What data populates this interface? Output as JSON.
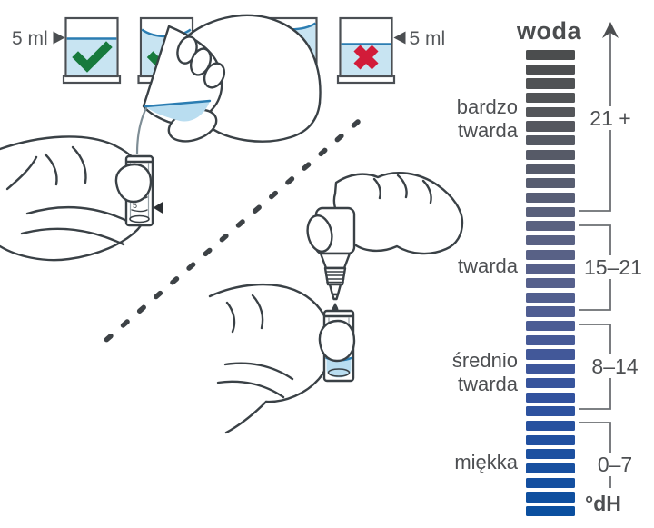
{
  "fill_guide": {
    "volume_labels": [
      "5 ml",
      "5 ml",
      "5 ml"
    ],
    "beakers": [
      {
        "status": "correct-level-at-line",
        "mark": "check"
      },
      {
        "status": "correct-meniscus-at-line",
        "mark": "check"
      },
      {
        "status": "overfilled",
        "mark": "cross"
      },
      {
        "status": "underfilled",
        "mark": "cross"
      }
    ],
    "colors": {
      "water": "#c8e4f2",
      "water_line": "#2b7db2",
      "check": "#177a3d",
      "cross": "#d21b39",
      "arrow": "#4b4e51"
    }
  },
  "illustration": {
    "vial_graduation_label": "5"
  },
  "scale": {
    "title": "woda",
    "unit_label": "°dH",
    "bar_count": 33,
    "categories": [
      {
        "label_lines": [
          "bardzo",
          "twarda"
        ],
        "range": "21 +",
        "bars": 12
      },
      {
        "label_lines": [
          "twarda",
          ""
        ],
        "range": "15–21",
        "bars": 7
      },
      {
        "label_lines": [
          "średnio",
          "twarda"
        ],
        "range": "8–14",
        "bars": 7
      },
      {
        "label_lines": [
          "miękka",
          ""
        ],
        "range": "0–7",
        "bars": 7
      }
    ],
    "bar_colors": [
      "#4b4d4e",
      "#4d4f51",
      "#505254",
      "#525457",
      "#54565a",
      "#55575e",
      "#555963",
      "#565a67",
      "#565b6b",
      "#575d70",
      "#585e76",
      "#59607b",
      "#5a6180",
      "#596183",
      "#586186",
      "#57608a",
      "#56608c",
      "#525f8f",
      "#4f5d92",
      "#4b5c94",
      "#475a97",
      "#425899",
      "#3d569b",
      "#37549c",
      "#32529e",
      "#2d529f",
      "#27519f",
      "#2150a0",
      "#1c50a0",
      "#1850a0",
      "#144fa0",
      "#0f4f9f",
      "#0b4f9f"
    ]
  }
}
